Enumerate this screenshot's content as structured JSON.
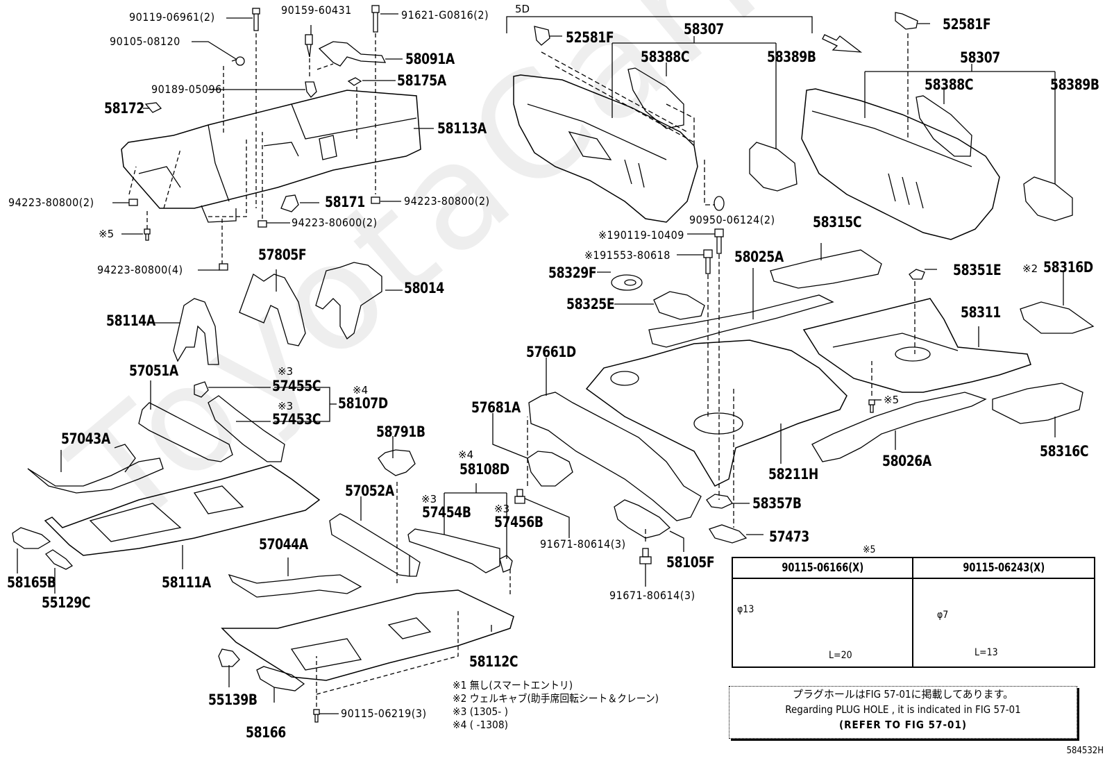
{
  "watermark": "ToyotaCarParts",
  "figure_code": "584532H",
  "variant_label": "5D",
  "parts_left": {
    "p90119_06961": "90119-06961(2)",
    "p90159_60431": "90159-60431",
    "p91621_G0816": "91621-G0816(2)",
    "p90105_08120": "90105-08120",
    "p58091A": "58091A",
    "p90189_05096": "90189-05096",
    "p58175A": "58175A",
    "p58172": "58172",
    "p58113A": "58113A",
    "p94223_80800_a": "94223-80800(2)",
    "p58171": "58171",
    "p94223_80800_b": "94223-80800(2)",
    "mark5_a": "※5",
    "p94223_80600": "94223-80600(2)",
    "p94223_80800_c": "94223-80800(4)",
    "p57805F": "57805F",
    "p58014": "58014",
    "p58114A": "58114A",
    "p57051A": "57051A",
    "mark3_a": "※3",
    "p57455C": "57455C",
    "mark4_a": "※4",
    "p58107D": "58107D",
    "mark3_b": "※3",
    "p57453C": "57453C",
    "p57043A": "57043A",
    "p58791B": "58791B",
    "mark4_b": "※4",
    "p58108D": "58108D",
    "p57052A": "57052A",
    "mark3_c": "※3",
    "p57454B": "57454B",
    "mark3_d": "※3",
    "p57456B": "57456B",
    "p57044A": "57044A",
    "p58165B": "58165B",
    "p58111A": "58111A",
    "p55129C": "55129C",
    "p58112C": "58112C",
    "p55139B": "55139B",
    "p58166": "58166",
    "p90115_06219": "90115-06219(3)"
  },
  "parts_right": {
    "p52581F_a": "52581F",
    "p58307_a": "58307",
    "p58388C_a": "58388C",
    "p58389B_a": "58389B",
    "p52581F_b": "52581F",
    "p58307_b": "58307",
    "p58388C_b": "58388C",
    "p58389B_b": "58389B",
    "p90950_06124": "90950-06124(2)",
    "p90119_10409": "※190119-10409",
    "p91553_80618": "※191553-80618",
    "p58315C": "58315C",
    "p58025A": "58025A",
    "p58329F": "58329F",
    "p58351E": "58351E",
    "mark2": "※2",
    "p58316D": "58316D",
    "p58325E": "58325E",
    "p58311": "58311",
    "p57661D": "57661D",
    "p57681A": "57681A",
    "mark5_b": "※5",
    "p58211H": "58211H",
    "p58026A": "58026A",
    "p58316C": "58316C",
    "p58357B": "58357B",
    "p57473": "57473",
    "p91671_80614_a": "91671-80614(3)",
    "p58105F": "58105F",
    "p91671_80614_b": "91671-80614(3)"
  },
  "notes": [
    "※1 無し(スマートエントリ)",
    "※2 ウェルキャブ(助手席回転シート＆クレーン)",
    "※3 (1305-      )",
    "※4 (      -1308)"
  ],
  "bolt_table": {
    "title_mark": "※5",
    "columns": [
      {
        "part": "90115-06166(X)",
        "diameter": "φ13",
        "length": "L=20"
      },
      {
        "part": "90115-06243(X)",
        "diameter": "φ7",
        "length": "L=13"
      }
    ]
  },
  "plug_hole_note": {
    "ja": "プラグホールはFIG 57-01に掲載してあります。",
    "en": "Regarding  PLUG  HOLE , it is indicated in FIG  57-01",
    "ref": "(REFER TO FIG 57-01)"
  },
  "colors": {
    "line": "#000000",
    "background": "#ffffff",
    "watermark": "#eeeeee"
  }
}
